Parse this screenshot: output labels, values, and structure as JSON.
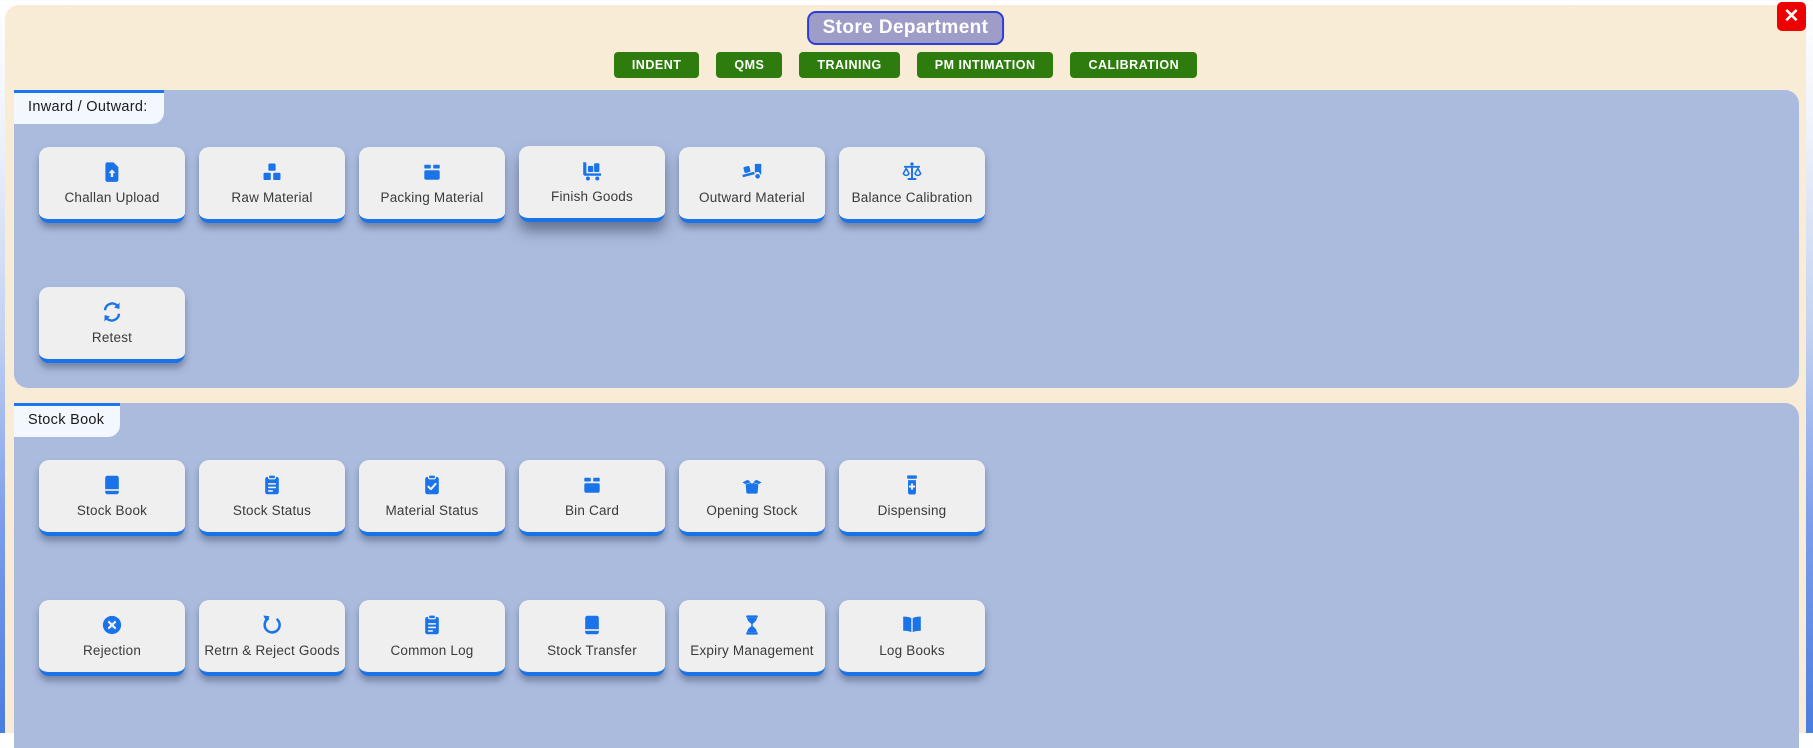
{
  "window": {
    "title": "Store Department",
    "close_icon": "✕"
  },
  "nav_buttons": [
    {
      "label": "INDENT"
    },
    {
      "label": "QMS"
    },
    {
      "label": "TRAINING"
    },
    {
      "label": "PM INTIMATION"
    },
    {
      "label": "CALIBRATION"
    }
  ],
  "sections": [
    {
      "tab_label": "Inward / Outward:",
      "cards": [
        {
          "label": "Challan Upload",
          "icon": "file-upload-icon"
        },
        {
          "label": "Raw Material",
          "icon": "cubes-icon"
        },
        {
          "label": "Packing Material",
          "icon": "box-icon"
        },
        {
          "label": "Finish Goods",
          "icon": "cart-icon"
        },
        {
          "label": "Outward Material",
          "icon": "truck-ramp-box-icon"
        },
        {
          "label": "Balance Calibration",
          "icon": "balance-scale-icon"
        },
        {
          "label": "Retest",
          "icon": "sync-icon"
        }
      ]
    },
    {
      "tab_label": "Stock Book",
      "cards": [
        {
          "label": "Stock Book",
          "icon": "book-icon"
        },
        {
          "label": "Stock Status",
          "icon": "clipboard-list-icon"
        },
        {
          "label": "Material Status",
          "icon": "clipboard-check-icon"
        },
        {
          "label": "Bin Card",
          "icon": "box-icon"
        },
        {
          "label": "Opening Stock",
          "icon": "box-open-icon"
        },
        {
          "label": "Dispensing",
          "icon": "medicine-bottle-icon"
        },
        {
          "label": "Rejection",
          "icon": "circle-x-icon"
        },
        {
          "label": "Retrn & Reject Goods",
          "icon": "undo-icon"
        },
        {
          "label": "Common Log",
          "icon": "clipboard-list-icon"
        },
        {
          "label": "Stock Transfer",
          "icon": "book-icon"
        },
        {
          "label": "Expiry Management",
          "icon": "hourglass-icon"
        },
        {
          "label": "Log Books",
          "icon": "open-book-icon"
        }
      ]
    }
  ],
  "colors": {
    "accent_blue": "#1a73e8",
    "panel_blue": "#aabbde",
    "cream_background": "#f9ecd7",
    "nav_green": "#2e7c0e",
    "title_background": "#9d9dc8",
    "title_border": "#2c3ed8",
    "close_red": "#ee0000",
    "card_background": "#efefef"
  }
}
